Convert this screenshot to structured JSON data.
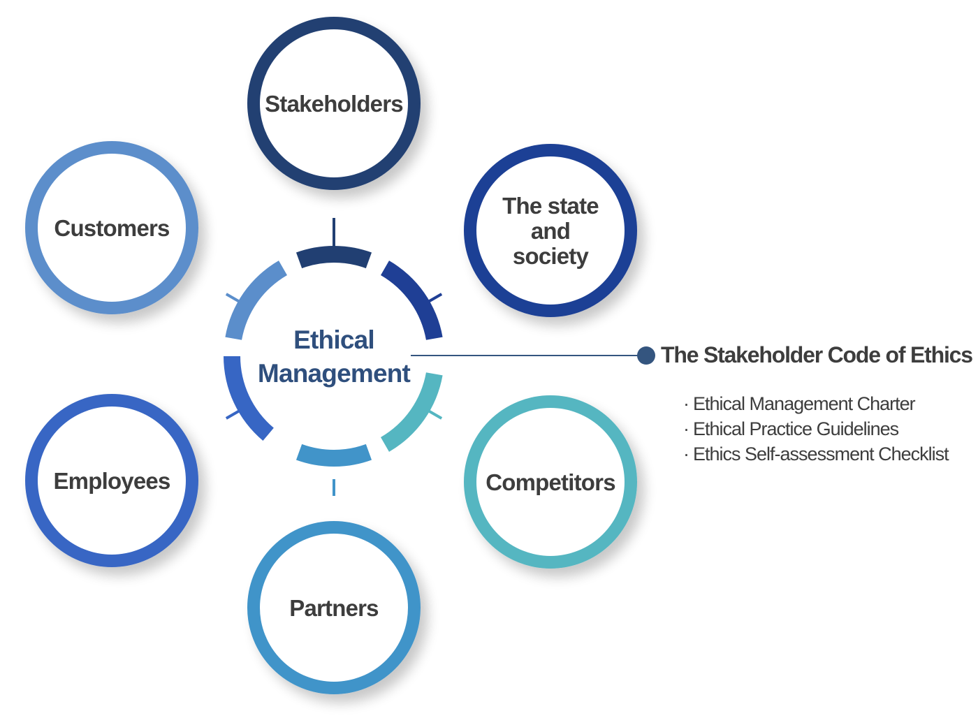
{
  "center": {
    "line1": "Ethical",
    "line2": "Management"
  },
  "nodes": [
    {
      "id": "stakeholders",
      "lines": [
        "Stakeholders"
      ],
      "color": "#213f72"
    },
    {
      "id": "state-society",
      "lines": [
        "The state",
        "and",
        "society"
      ],
      "color": "#1f3f95"
    },
    {
      "id": "competitors",
      "lines": [
        "Competitors"
      ],
      "color": "#55b6c1"
    },
    {
      "id": "partners",
      "lines": [
        "Partners"
      ],
      "color": "#4194c9"
    },
    {
      "id": "employees",
      "lines": [
        "Employees"
      ],
      "color": "#3766c4"
    },
    {
      "id": "customers",
      "lines": [
        "Customers"
      ],
      "color": "#5b8ecb"
    }
  ],
  "code_of_ethics": {
    "title": "The Stakeholder Code of Ethics",
    "bullet": "·",
    "items": [
      "Ethical Management Charter",
      "Ethical Practice Guidelines",
      "Ethics Self-assessment Checklist"
    ]
  },
  "colors": {
    "label_text": "#3d3d3d",
    "center_text": "#2f4f7d",
    "leader_line": "#34557f"
  }
}
